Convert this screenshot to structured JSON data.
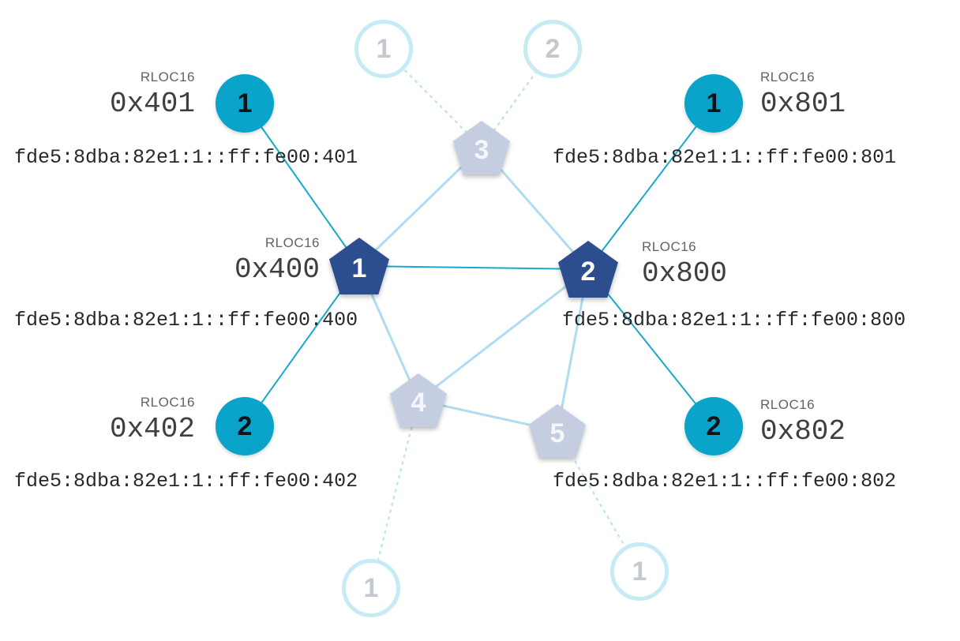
{
  "diagram": {
    "kind": "thread-network-topology",
    "nodes": {
      "router1": {
        "label": "1",
        "role": "router-active",
        "rloc16_caption": "RLOC16",
        "rloc16": "0x400",
        "ipv6": "fde5:8dba:82e1:1::ff:fe00:400"
      },
      "router2": {
        "label": "2",
        "role": "router-active",
        "rloc16_caption": "RLOC16",
        "rloc16": "0x800",
        "ipv6": "fde5:8dba:82e1:1::ff:fe00:800"
      },
      "child401": {
        "label": "1",
        "role": "child-active",
        "rloc16_caption": "RLOC16",
        "rloc16": "0x401",
        "ipv6": "fde5:8dba:82e1:1::ff:fe00:401"
      },
      "child402": {
        "label": "2",
        "role": "child-active",
        "rloc16_caption": "RLOC16",
        "rloc16": "0x402",
        "ipv6": "fde5:8dba:82e1:1::ff:fe00:402"
      },
      "child801": {
        "label": "1",
        "role": "child-active",
        "rloc16_caption": "RLOC16",
        "rloc16": "0x801",
        "ipv6": "fde5:8dba:82e1:1::ff:fe00:801"
      },
      "child802": {
        "label": "2",
        "role": "child-active",
        "rloc16_caption": "RLOC16",
        "rloc16": "0x802",
        "ipv6": "fde5:8dba:82e1:1::ff:fe00:802"
      },
      "router3": {
        "label": "3",
        "role": "router-faded"
      },
      "router4": {
        "label": "4",
        "role": "router-faded"
      },
      "router5": {
        "label": "5",
        "role": "router-faded"
      },
      "ghostTop1": {
        "label": "1",
        "role": "child-faded"
      },
      "ghostTop2": {
        "label": "2",
        "role": "child-faded"
      },
      "ghostBottomLeft1": {
        "label": "1",
        "role": "child-faded"
      },
      "ghostBottomRight1": {
        "label": "1",
        "role": "child-faded"
      }
    },
    "links": [
      {
        "from": "child401",
        "to": "router1",
        "style": "attached"
      },
      {
        "from": "child402",
        "to": "router1",
        "style": "attached"
      },
      {
        "from": "router1",
        "to": "router2",
        "style": "attached"
      },
      {
        "from": "child801",
        "to": "router2",
        "style": "attached"
      },
      {
        "from": "child802",
        "to": "router2",
        "style": "attached"
      },
      {
        "from": "router1",
        "to": "router3",
        "style": "mesh"
      },
      {
        "from": "router2",
        "to": "router3",
        "style": "mesh"
      },
      {
        "from": "router1",
        "to": "router4",
        "style": "mesh"
      },
      {
        "from": "router2",
        "to": "router4",
        "style": "mesh"
      },
      {
        "from": "router2",
        "to": "router5",
        "style": "mesh"
      },
      {
        "from": "router4",
        "to": "router5",
        "style": "mesh"
      },
      {
        "from": "router3",
        "to": "ghostTop1",
        "style": "faded"
      },
      {
        "from": "router3",
        "to": "ghostTop2",
        "style": "faded"
      },
      {
        "from": "router4",
        "to": "ghostBottomLeft1",
        "style": "faded"
      },
      {
        "from": "router5",
        "to": "ghostBottomRight1",
        "style": "faded"
      }
    ],
    "colors": {
      "child_fill": "#0aa3c9",
      "router_fill": "#2c4e8e",
      "faded_router_fill": "#c5cde0",
      "ghost_child_stroke": "#c6ebf5",
      "link_attached": "#17a9cd",
      "link_mesh": "#aedcf0",
      "link_faded": "#bfe4f2"
    }
  }
}
